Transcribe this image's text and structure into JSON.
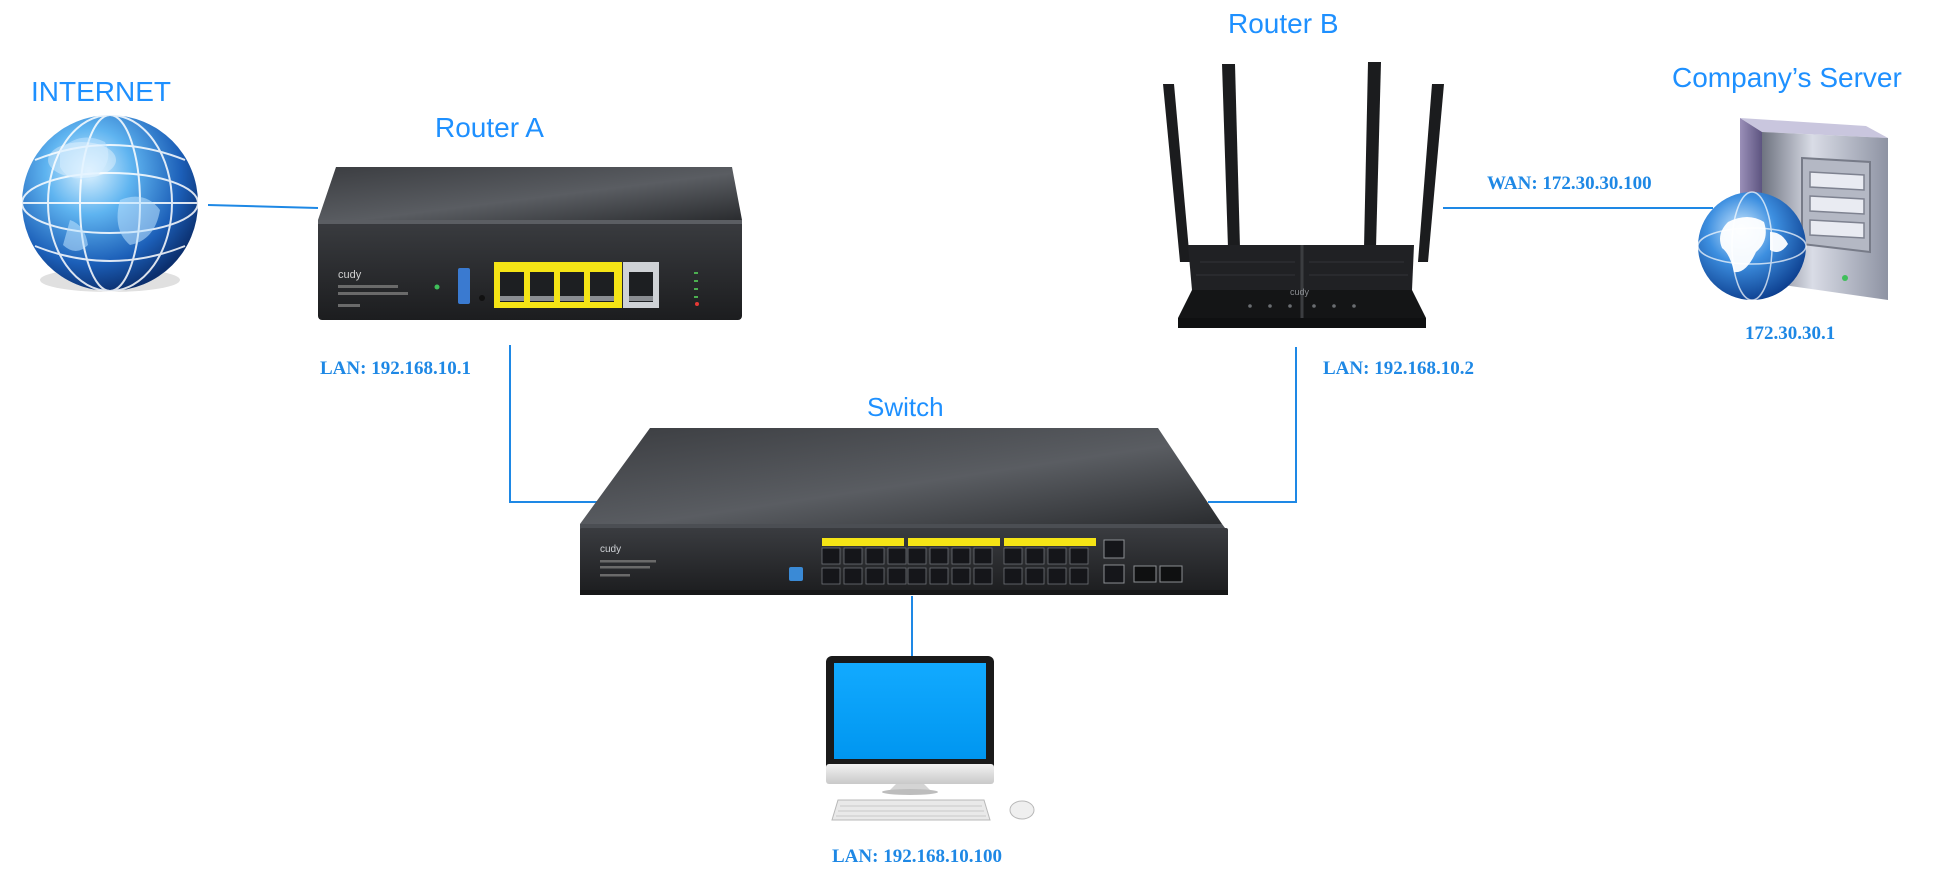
{
  "nodes": {
    "internet": {
      "title": "INTERNET"
    },
    "router_a": {
      "title": "Router A",
      "lan": "LAN: 192.168.10.1",
      "brand": "cudy"
    },
    "router_b": {
      "title": "Router B",
      "lan": "LAN: 192.168.10.2",
      "wan": "WAN: 172.30.30.100",
      "brand": "cudy"
    },
    "server": {
      "title": "Company’s Server",
      "ip": "172.30.30.1"
    },
    "switch": {
      "title": "Switch",
      "brand": "cudy"
    },
    "pc": {
      "lan": "LAN: 192.168.10.100"
    }
  },
  "colors": {
    "accent": "#1e90ff",
    "link": "#1e88e5",
    "device_dark": "#2a2c2f",
    "port_yellow": "#f5e415",
    "screen": "#00a2ff"
  },
  "icons": [
    "globe-icon",
    "router-a-device",
    "router-b-device",
    "server-icon",
    "switch-device",
    "desktop-computer-icon"
  ],
  "links": [
    {
      "from": "internet",
      "to": "router_a"
    },
    {
      "from": "router_a",
      "to": "switch"
    },
    {
      "from": "router_b",
      "to": "switch"
    },
    {
      "from": "router_b",
      "to": "server"
    },
    {
      "from": "switch",
      "to": "pc"
    }
  ]
}
